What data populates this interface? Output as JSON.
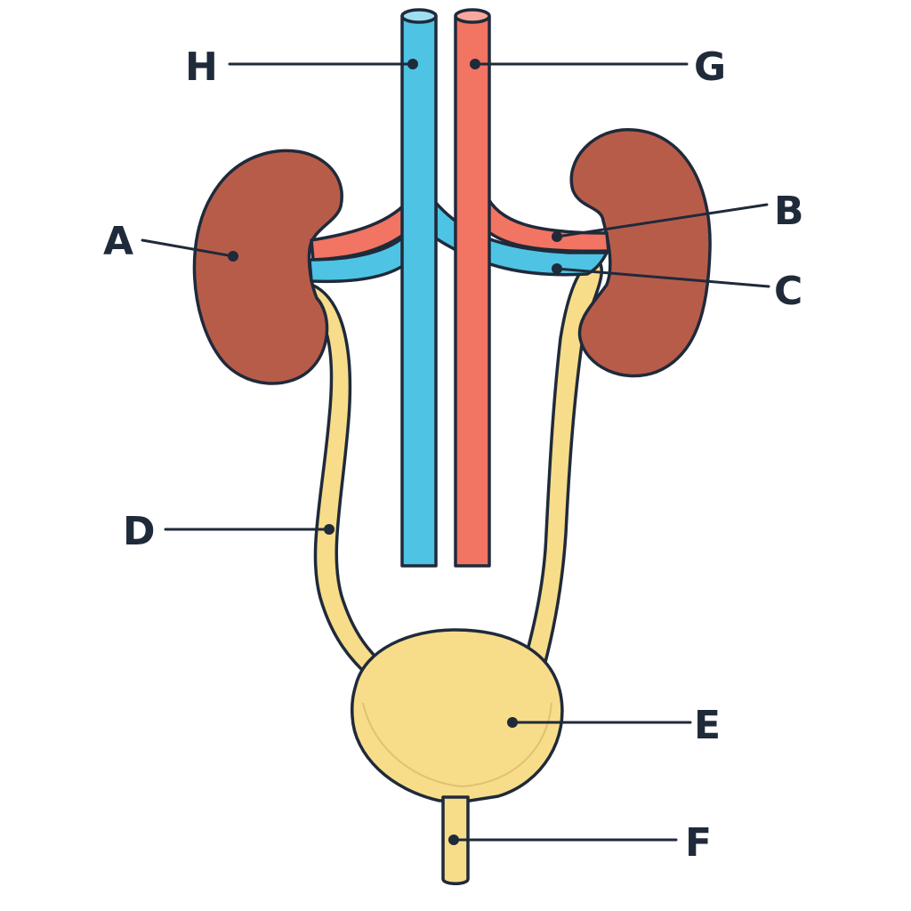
{
  "colors": {
    "kidney": "#b85c4a",
    "artery": "#f27462",
    "vein": "#4fc3e4",
    "urinary": "#f7dc8a",
    "outline": "#1f2a3a",
    "background": "#ffffff"
  },
  "labels": {
    "A": "A",
    "B": "B",
    "C": "C",
    "D": "D",
    "E": "E",
    "F": "F",
    "G": "G",
    "H": "H"
  }
}
